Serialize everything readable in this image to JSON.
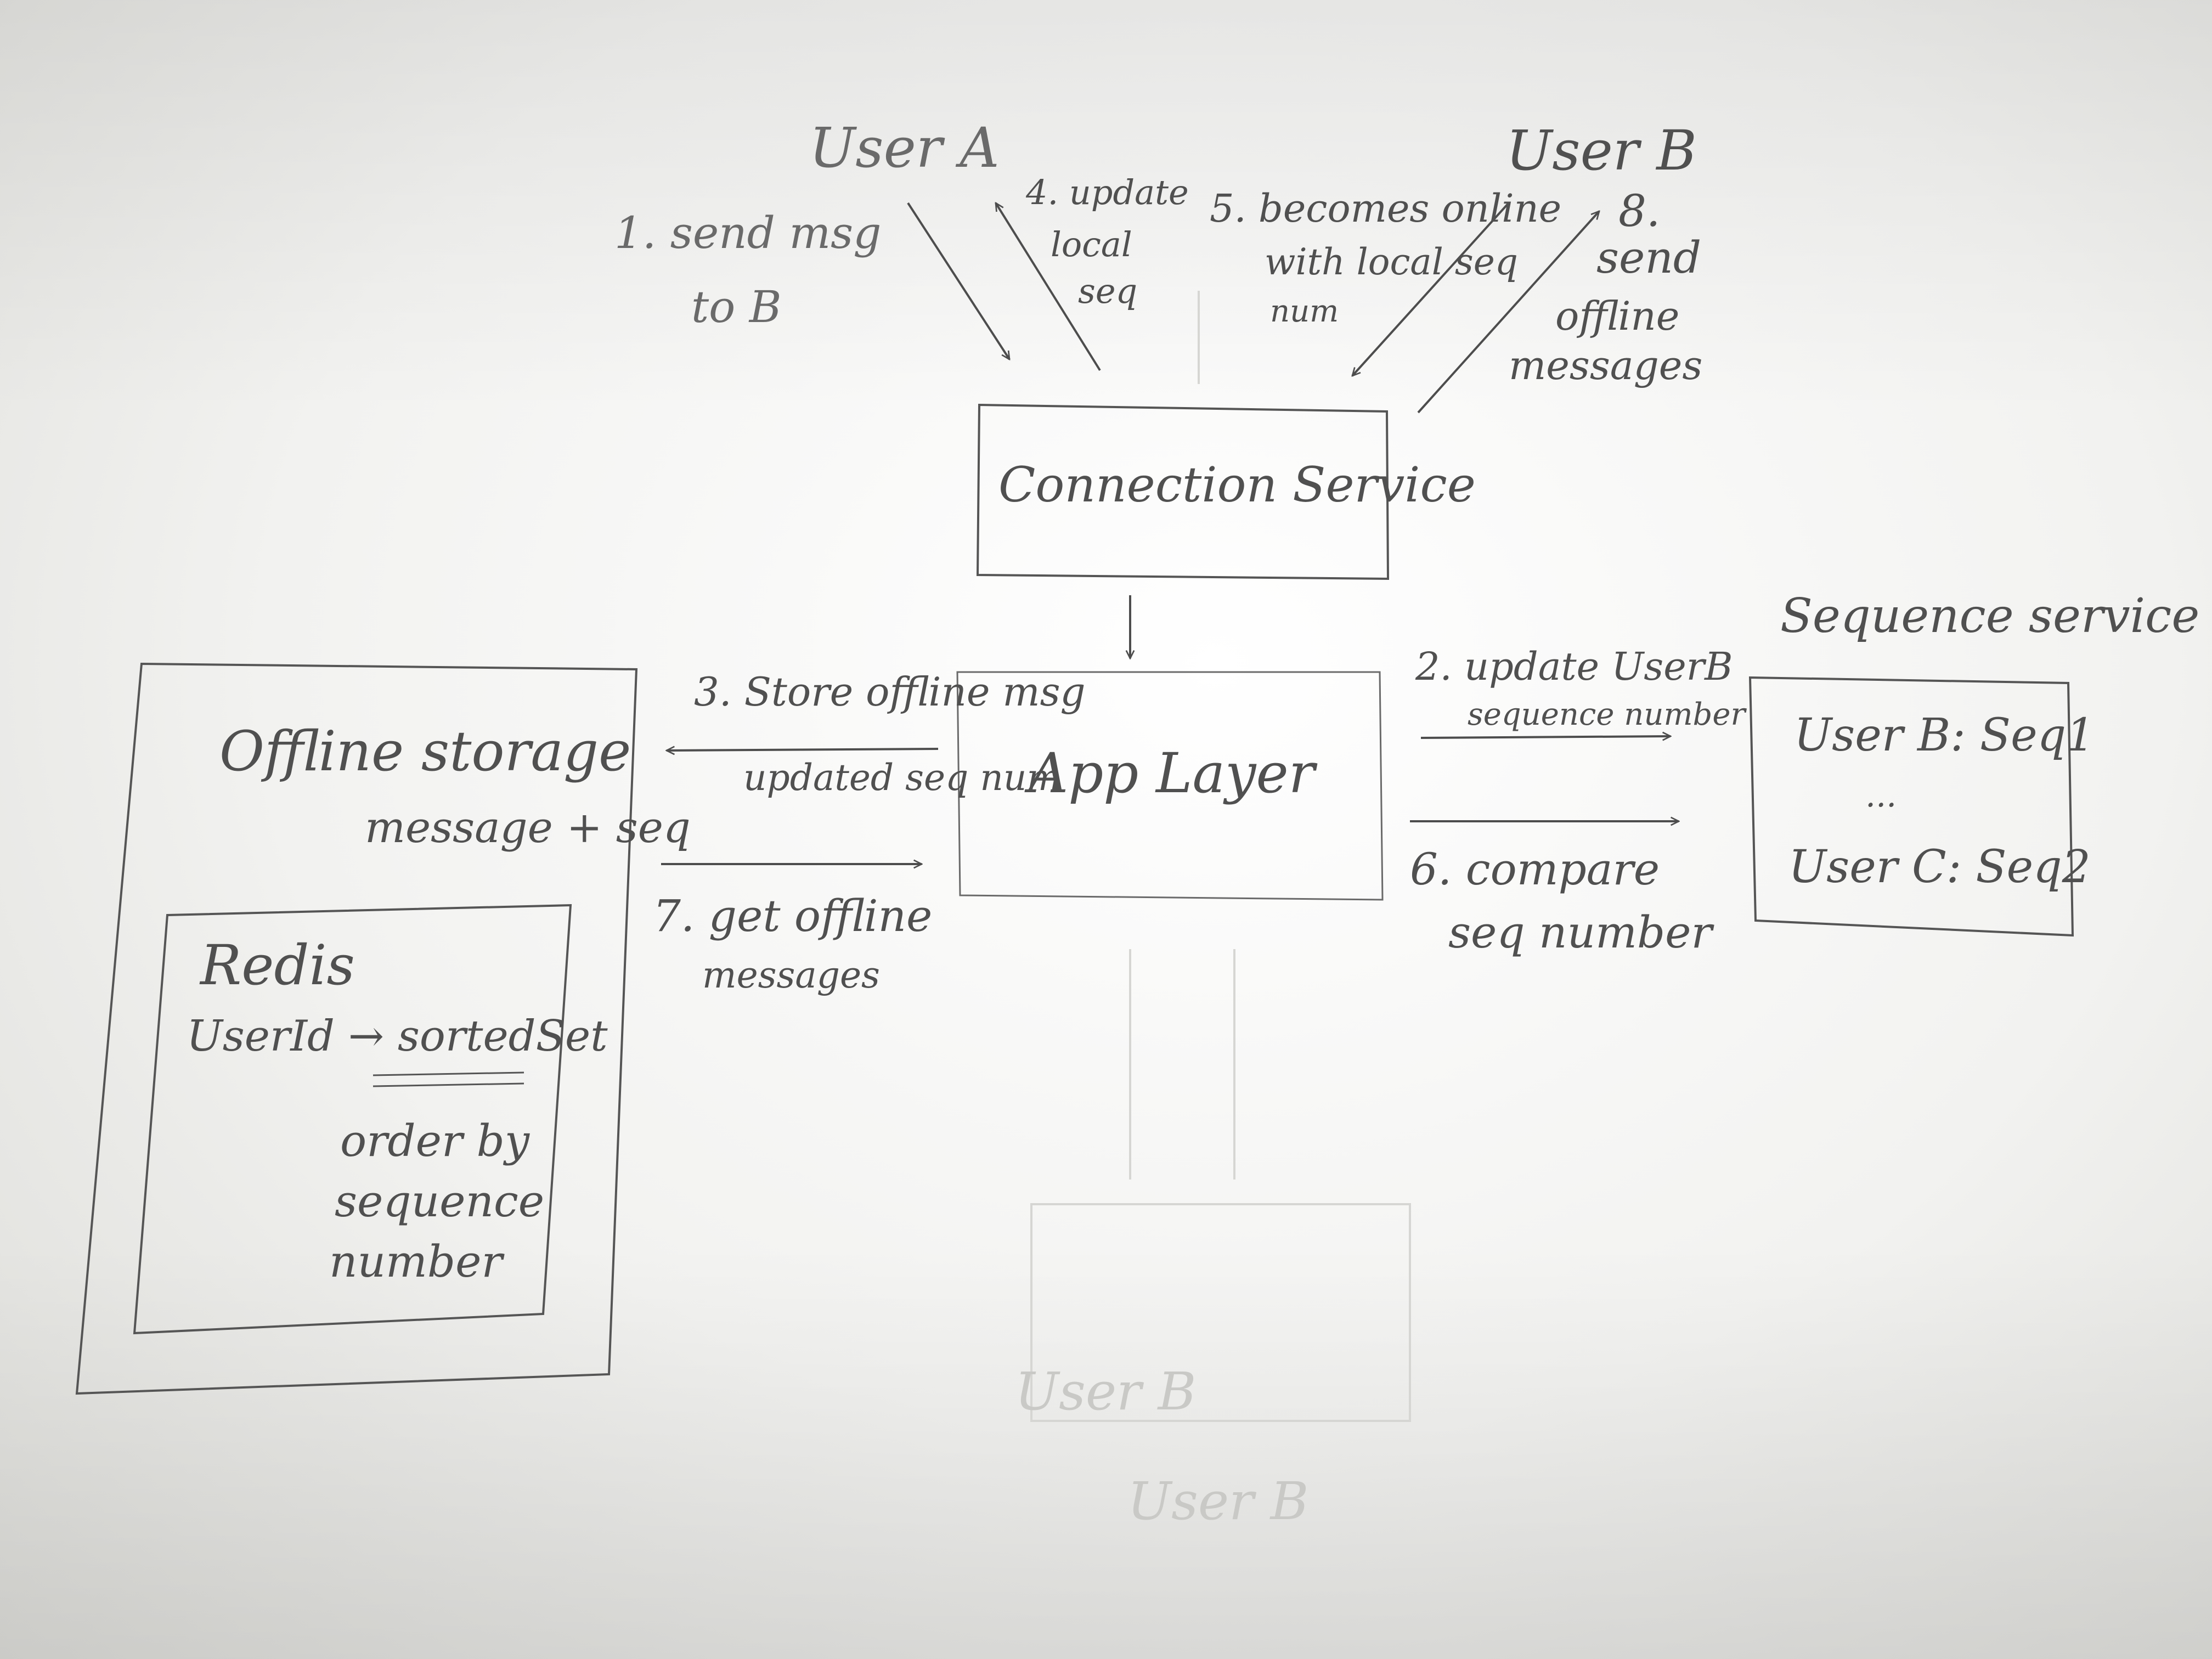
{
  "nodes": {
    "user_a": "User A",
    "user_b": "User B",
    "connection_service": "Connection Service",
    "app_layer": "App Layer",
    "sequence_service": {
      "title": "Sequence service",
      "entry_1": "User B: Seq1",
      "ellipsis": "...",
      "entry_2": "User C: Seq2"
    },
    "offline_storage": {
      "title": "Offline storage",
      "subtitle": "message + seq",
      "redis": {
        "title": "Redis",
        "mapping": "UserId → sortedSet",
        "note_line1": "order by",
        "note_line2": "sequence",
        "note_line3": "number"
      }
    }
  },
  "edges": {
    "step1_line1": "1. send msg",
    "step1_line2": "to B",
    "step2_line1": "2. update UserB",
    "step2_line2": "sequence number",
    "step3_line1": "3. Store offline msg",
    "step3_line2": "updated seq num",
    "step4_line1": "4. update",
    "step4_line2": "local",
    "step4_line3": "seq",
    "step5_line1": "5. becomes online",
    "step5_line2": "with local seq",
    "step5_line3": "num",
    "step6_line1": "6. compare",
    "step6_line2": "seq number",
    "step7_line1": "7. get offline",
    "step7_line2": "messages",
    "step8_line1": "8.",
    "step8_line2": "send",
    "step8_line3": "offline",
    "step8_line4": "messages"
  },
  "ghost": {
    "user_b_box": "User B",
    "user_b_below": "User B"
  }
}
